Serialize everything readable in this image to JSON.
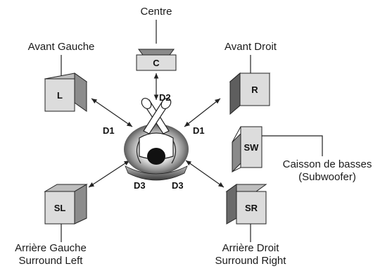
{
  "speakers": {
    "centre": {
      "label": "Centre",
      "box_text": "C"
    },
    "front_left": {
      "label": "Avant Gauche",
      "box_text": "L"
    },
    "front_right": {
      "label": "Avant Droit",
      "box_text": "R"
    },
    "subwoofer": {
      "label_line1": "Caisson de basses",
      "label_line2": "(Subwoofer)",
      "box_text": "SW"
    },
    "surround_left": {
      "label_line1": "Arrière Gauche",
      "label_line2": "Surround Left",
      "box_text": "SL"
    },
    "surround_right": {
      "label_line1": "Arrière Droit",
      "label_line2": "Surround Right",
      "box_text": "SR"
    }
  },
  "distances": {
    "front_left": "D1",
    "front_right": "D1",
    "centre": "D2",
    "rear_left": "D3",
    "rear_right": "D3"
  }
}
